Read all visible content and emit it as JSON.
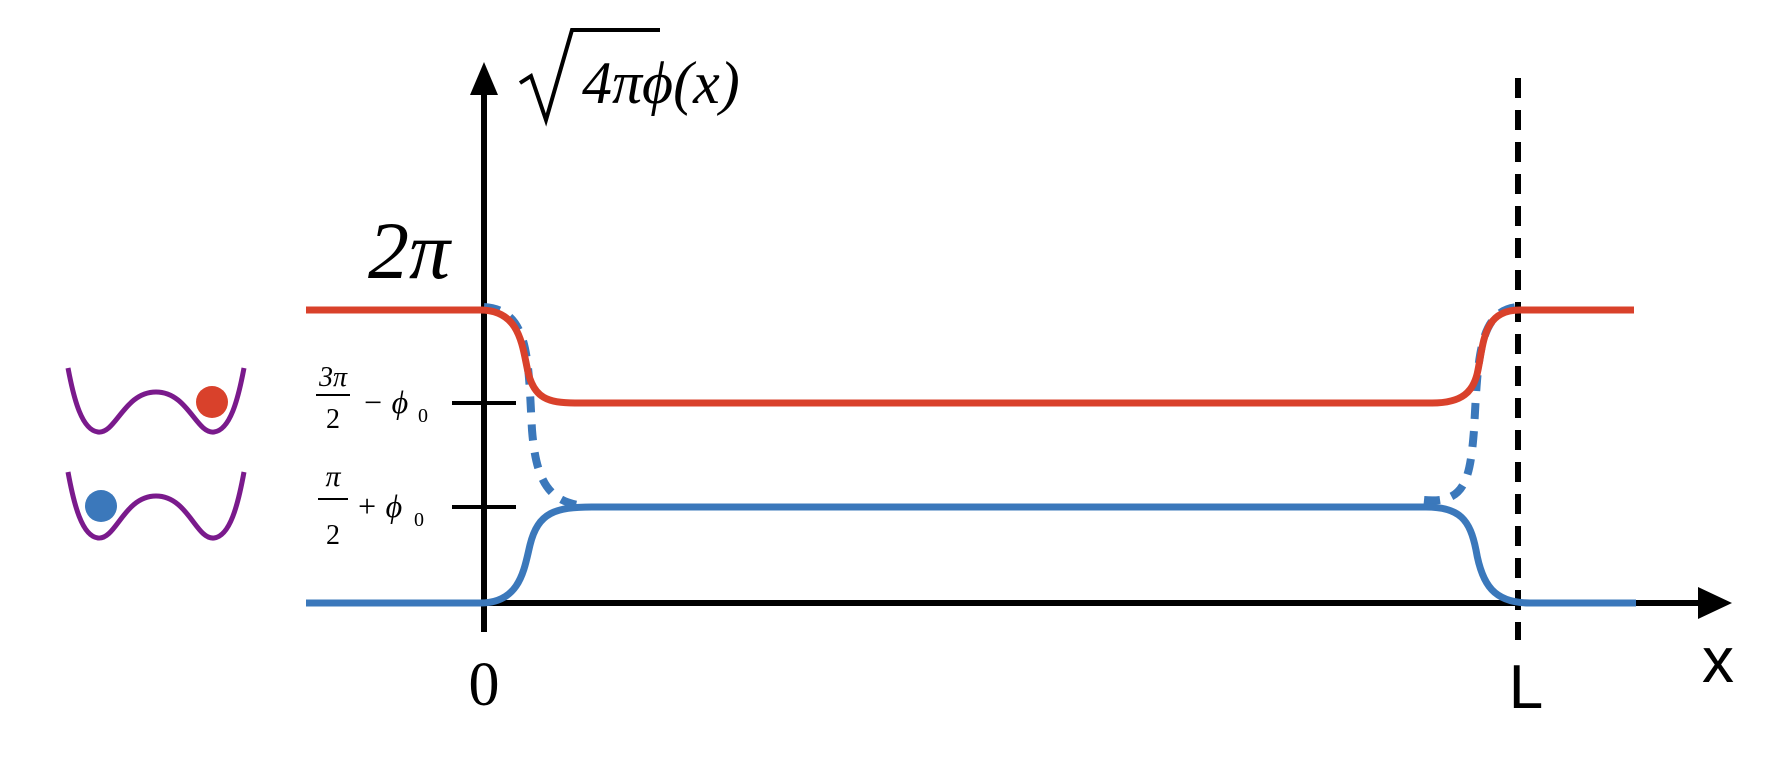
{
  "axes": {
    "y_label": {
      "radicand": "4πϕ(x)"
    },
    "x_label": "x",
    "origin_label": "0",
    "end_label": "L"
  },
  "levels": {
    "top": "2π",
    "upper": {
      "numerator": "3π",
      "denominator": "2",
      "rest": "− ϕ",
      "subscript": "0"
    },
    "lower": {
      "numerator": "π",
      "denominator": "2",
      "rest": "+ ϕ",
      "subscript": "0"
    }
  },
  "colors": {
    "red_curve": "#d9412b",
    "blue_curve": "#3b78bb",
    "potential": "#7a1a8c",
    "axis": "#000000"
  },
  "legend": {
    "upper_well": {
      "ball_color": "#d9412b",
      "ball_side": "right"
    },
    "lower_well": {
      "ball_color": "#3b78bb",
      "ball_side": "left"
    }
  }
}
